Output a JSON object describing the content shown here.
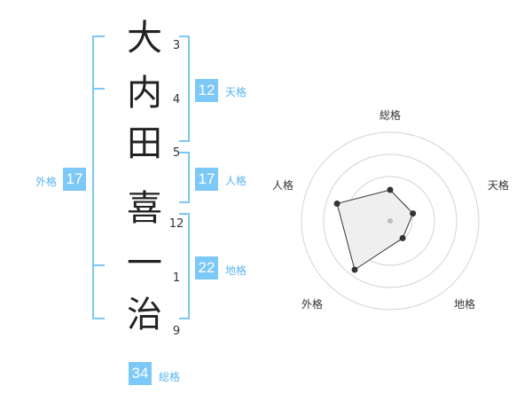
{
  "name": {
    "characters": [
      {
        "char": "大",
        "strokes": "3"
      },
      {
        "char": "内",
        "strokes": "4"
      },
      {
        "char": "田",
        "strokes": "5"
      },
      {
        "char": "喜",
        "strokes": "12"
      },
      {
        "char": "一",
        "strokes": "1"
      },
      {
        "char": "治",
        "strokes": "9"
      }
    ]
  },
  "kakusu": {
    "tenkaku": {
      "value": "12",
      "label": "天格"
    },
    "jinkaku": {
      "value": "17",
      "label": "人格"
    },
    "chikaku": {
      "value": "22",
      "label": "地格"
    },
    "gaikaku": {
      "value": "17",
      "label": "外格"
    },
    "soukaku": {
      "value": "34",
      "label": "総格"
    }
  },
  "colors": {
    "accent": "#7cc8f6",
    "label": "#5bb5ef"
  },
  "radar": {
    "axes": [
      "総格",
      "天格",
      "地格",
      "外格",
      "人格"
    ],
    "values": [
      0.35,
      0.27,
      0.24,
      0.68,
      0.63
    ],
    "rings": 4
  }
}
